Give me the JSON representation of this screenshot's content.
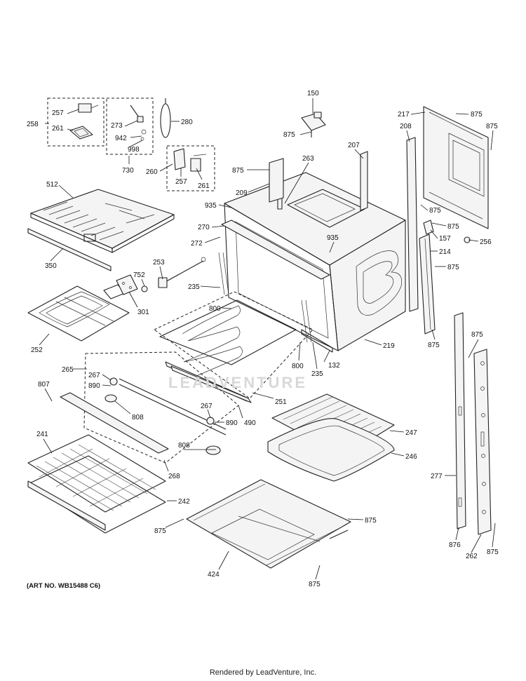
{
  "art_number": "(ART NO. WB15488 C6)",
  "footer_text": "Rendered by LeadVenture, Inc.",
  "watermark_text": "LEADVENTURE",
  "callouts": [
    "150",
    "875",
    "217",
    "875",
    "875",
    "208",
    "207",
    "263",
    "875",
    "209",
    "935",
    "258",
    "257",
    "261",
    "273",
    "942",
    "998",
    "730",
    "280",
    "260",
    "257",
    "261",
    "512",
    "270",
    "272",
    "935",
    "350",
    "752",
    "253",
    "301",
    "235",
    "800",
    "252",
    "265",
    "267",
    "890",
    "807",
    "808",
    "267",
    "890",
    "490",
    "251",
    "800",
    "235",
    "132",
    "219",
    "875",
    "875",
    "157",
    "256",
    "214",
    "875",
    "875",
    "875",
    "247",
    "246",
    "241",
    "268",
    "808",
    "242",
    "277",
    "875",
    "875",
    "424",
    "875",
    "876",
    "262",
    "875"
  ]
}
